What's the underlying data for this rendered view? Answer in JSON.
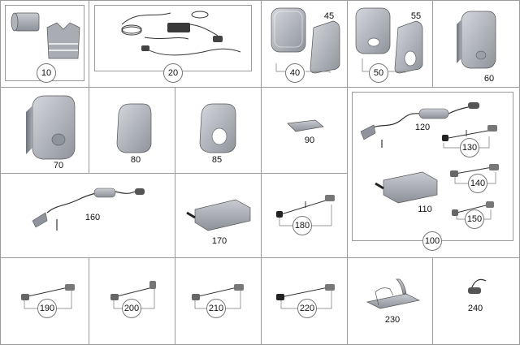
{
  "diagram": {
    "callouts": {
      "c10": "10",
      "c20": "20",
      "c40": "40",
      "c45": "45",
      "c50": "50",
      "c55": "55",
      "c60": "60",
      "c70": "70",
      "c80": "80",
      "c85": "85",
      "c90": "90",
      "c100": "100",
      "c110": "110",
      "c120": "120",
      "c130": "130",
      "c140": "140",
      "c150": "150",
      "c160": "160",
      "c170": "170",
      "c180": "180",
      "c190": "190",
      "c200": "200",
      "c210": "210",
      "c220": "220",
      "c230": "230",
      "c240": "240"
    }
  }
}
